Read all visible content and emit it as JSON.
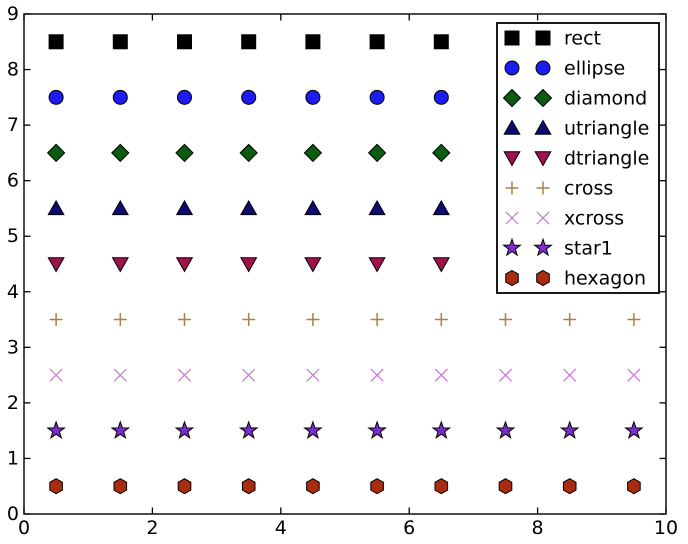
{
  "figure": {
    "background": "#ffffff",
    "border_color": "#000000"
  },
  "chart_data": {
    "type": "scatter",
    "title": "",
    "xlabel": "",
    "ylabel": "",
    "xlim": [
      0,
      10
    ],
    "ylim": [
      0,
      9
    ],
    "grid": false,
    "xticks": [
      0,
      2,
      4,
      6,
      8,
      10
    ],
    "xtick_labels": [
      "0",
      "2",
      "4",
      "6",
      "8",
      "10"
    ],
    "yticks": [
      0,
      1,
      2,
      3,
      4,
      5,
      6,
      7,
      8,
      9
    ],
    "ytick_labels": [
      "0",
      "1",
      "2",
      "3",
      "4",
      "5",
      "6",
      "7",
      "8",
      "9"
    ],
    "x": [
      0.5,
      1.5,
      2.5,
      3.5,
      4.5,
      5.5,
      6.5,
      7.5,
      8.5,
      9.5
    ],
    "series": [
      {
        "name": "rect",
        "y": 8.5,
        "marker": "square",
        "color": "#000000",
        "edge": "#000000"
      },
      {
        "name": "ellipse",
        "y": 7.5,
        "marker": "circle",
        "color": "#1c1cf0",
        "edge": "#000000"
      },
      {
        "name": "diamond",
        "y": 6.5,
        "marker": "diamond",
        "color": "#0a5c10",
        "edge": "#000000"
      },
      {
        "name": "utriangle",
        "y": 5.5,
        "marker": "triangle-up",
        "color": "#0c0c72",
        "edge": "#000000"
      },
      {
        "name": "dtriangle",
        "y": 4.5,
        "marker": "triangle-down",
        "color": "#a0114d",
        "edge": "#000000"
      },
      {
        "name": "cross",
        "y": 3.5,
        "marker": "plus",
        "color": "#a9823e",
        "edge": "#a9823e"
      },
      {
        "name": "xcross",
        "y": 2.5,
        "marker": "x",
        "color": "#c67fd0",
        "edge": "#c67fd0"
      },
      {
        "name": "star1",
        "y": 1.5,
        "marker": "star",
        "color": "#7d2dcd",
        "edge": "#000000"
      },
      {
        "name": "hexagon",
        "y": 0.5,
        "marker": "hexagon",
        "color": "#aa2c10",
        "edge": "#000000"
      }
    ],
    "legend": {
      "position": "upper right",
      "numpoints": 2,
      "entries": [
        "rect",
        "ellipse",
        "diamond",
        "utriangle",
        "dtriangle",
        "cross",
        "xcross",
        "star1",
        "hexagon"
      ]
    }
  }
}
